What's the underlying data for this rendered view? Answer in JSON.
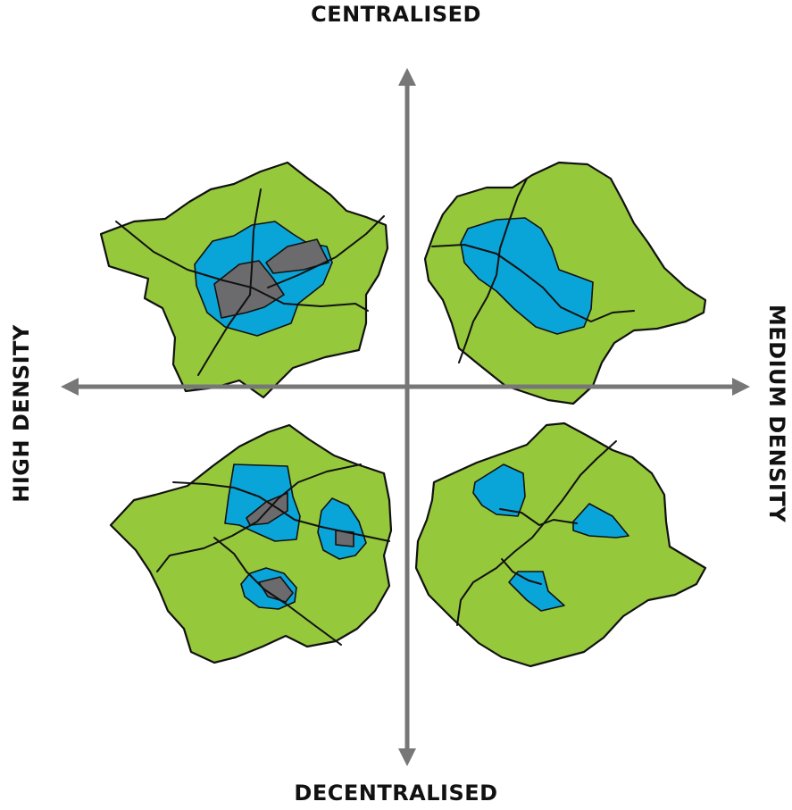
{
  "axes": {
    "top": "CENTRALISED",
    "bottom": "DECENTRALISED",
    "left": "HIGH DENSITY",
    "right": "MEDIUM DENSITY"
  },
  "colors": {
    "land": "#96c83c",
    "water": "#0aa5d8",
    "core": "#6b6b6d",
    "axis": "#777777",
    "outline": "#111111"
  },
  "quadrants": [
    {
      "id": "high-density-centralised"
    },
    {
      "id": "medium-density-centralised"
    },
    {
      "id": "high-density-decentralised"
    },
    {
      "id": "medium-density-decentralised"
    }
  ]
}
